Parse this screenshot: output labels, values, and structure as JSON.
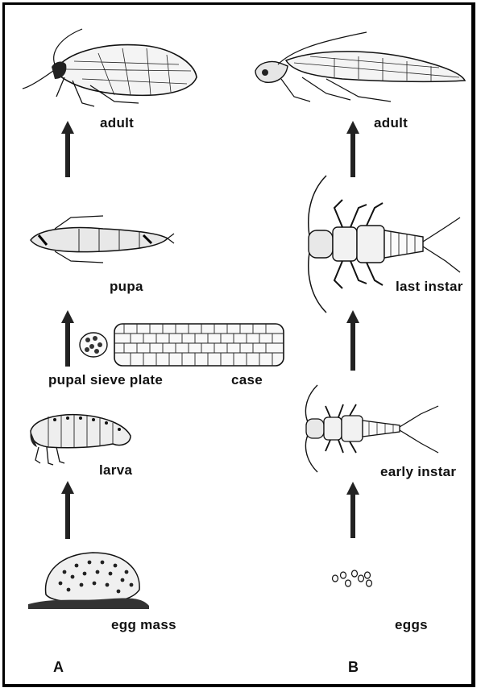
{
  "panel_a": {
    "letter": "A",
    "stages": {
      "adult": "adult",
      "pupa": "pupa",
      "sieve_plate": "pupal sieve plate",
      "case": "case",
      "larva": "larva",
      "egg_mass": "egg mass"
    }
  },
  "panel_b": {
    "letter": "B",
    "stages": {
      "adult": "adult",
      "last_instar": "last instar",
      "early_instar": "early instar",
      "eggs": "eggs"
    }
  },
  "colors": {
    "ink": "#111111",
    "background": "#ffffff"
  },
  "icons": [
    "arrow-up-icon"
  ]
}
